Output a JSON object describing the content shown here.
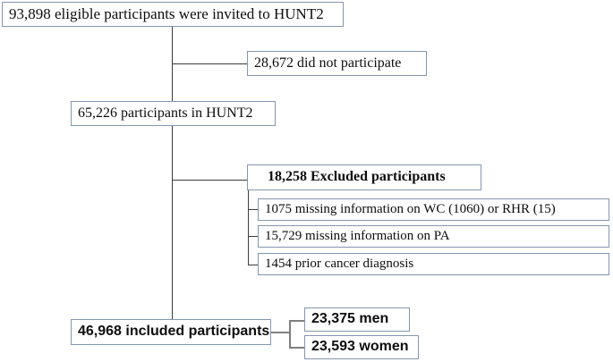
{
  "figure": {
    "type": "flow-diagram",
    "title": "HUNT2 participant flow diagram",
    "colors": {
      "box_border": "#8496b0",
      "connector": "#3b3b3b",
      "text": "#0d0d0d",
      "background": "#ffffff"
    }
  },
  "nodes": {
    "invited": {
      "label": "93,898 eligible participants were invited to HUNT2",
      "count": 93898,
      "style": "serif"
    },
    "did_not_participate": {
      "label": "28,672 did not participate",
      "count": 28672,
      "style": "serif"
    },
    "participants_hunt2": {
      "label": "65,226 participants in HUNT2",
      "count": 65226,
      "style": "serif"
    },
    "excluded": {
      "label": "18,258 Excluded participants",
      "count": 18258,
      "style": "serif-bold"
    },
    "excl_wc_rhr": {
      "label": "1075 missing information on WC (1060) or RHR (15)",
      "count": 1075,
      "style": "serif"
    },
    "excl_pa": {
      "label": "15,729 missing information on PA",
      "count": 15729,
      "style": "serif"
    },
    "excl_cancer": {
      "label": "1454 prior cancer diagnosis",
      "count": 1454,
      "style": "serif"
    },
    "included": {
      "label": "46,968 included participants",
      "count": 46968,
      "style": "sans-bold"
    },
    "men": {
      "label": "23,375 men",
      "count": 23375,
      "style": "sans-bold"
    },
    "women": {
      "label": "23,593 women",
      "count": 23593,
      "style": "sans-bold"
    }
  }
}
